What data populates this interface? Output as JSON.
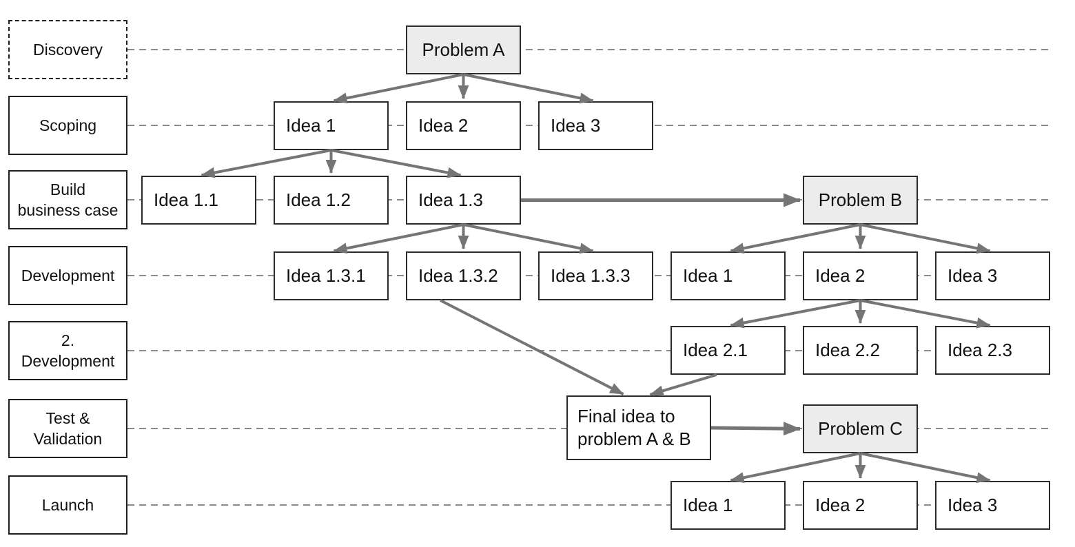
{
  "diagram": {
    "description": "Innovation funnel flow diagram",
    "colors": {
      "problem_box_fill": "#ececec",
      "idea_box_fill": "#ffffff",
      "box_border": "#2a2a2a",
      "arrow": "#757575",
      "lane_dash": "#8a8a8a"
    }
  },
  "stages": [
    {
      "id": "discovery",
      "label": "Discovery",
      "dashed": true
    },
    {
      "id": "scoping",
      "label": "Scoping",
      "dashed": false
    },
    {
      "id": "build-business-case",
      "label": "Build\nbusiness case",
      "dashed": false
    },
    {
      "id": "development",
      "label": "Development",
      "dashed": false
    },
    {
      "id": "second-development",
      "label": "2.\nDevelopment",
      "dashed": false
    },
    {
      "id": "test-validation",
      "label": "Test &\nValidation",
      "dashed": false
    },
    {
      "id": "launch",
      "label": "Launch",
      "dashed": false
    }
  ],
  "nodes": [
    {
      "id": "problem-a",
      "label": "Problem A",
      "kind": "problem",
      "col": 2,
      "row": 0
    },
    {
      "id": "idea-1",
      "label": "Idea 1",
      "kind": "idea",
      "col": 1,
      "row": 1
    },
    {
      "id": "idea-2",
      "label": "Idea 2",
      "kind": "idea",
      "col": 2,
      "row": 1
    },
    {
      "id": "idea-3",
      "label": "Idea 3",
      "kind": "idea",
      "col": 3,
      "row": 1
    },
    {
      "id": "idea-1-1",
      "label": "Idea 1.1",
      "kind": "idea",
      "col": 0,
      "row": 2
    },
    {
      "id": "idea-1-2",
      "label": "Idea 1.2",
      "kind": "idea",
      "col": 1,
      "row": 2
    },
    {
      "id": "idea-1-3",
      "label": "Idea 1.3",
      "kind": "idea",
      "col": 2,
      "row": 2
    },
    {
      "id": "problem-b",
      "label": "Problem B",
      "kind": "problem",
      "col": 5,
      "row": 2
    },
    {
      "id": "idea-1-3-1",
      "label": "Idea 1.3.1",
      "kind": "idea",
      "col": 1,
      "row": 3
    },
    {
      "id": "idea-1-3-2",
      "label": "Idea 1.3.2",
      "kind": "idea",
      "col": 2,
      "row": 3
    },
    {
      "id": "idea-1-3-3",
      "label": "Idea 1.3.3",
      "kind": "idea",
      "col": 3,
      "row": 3
    },
    {
      "id": "idea-b-1",
      "label": "Idea 1",
      "kind": "idea",
      "col": 4,
      "row": 3
    },
    {
      "id": "idea-b-2",
      "label": "Idea 2",
      "kind": "idea",
      "col": 5,
      "row": 3
    },
    {
      "id": "idea-b-3",
      "label": "Idea 3",
      "kind": "idea",
      "col": 6,
      "row": 3
    },
    {
      "id": "idea-2-1",
      "label": "Idea 2.1",
      "kind": "idea",
      "col": 4,
      "row": 4
    },
    {
      "id": "idea-2-2",
      "label": "Idea 2.2",
      "kind": "idea",
      "col": 5,
      "row": 4
    },
    {
      "id": "idea-2-3",
      "label": "Idea 2.3",
      "kind": "idea",
      "col": 6,
      "row": 4
    },
    {
      "id": "final-idea",
      "label": "Final idea to problem A & B",
      "kind": "final",
      "col": null,
      "row": 5
    },
    {
      "id": "problem-c",
      "label": "Problem C",
      "kind": "problem",
      "col": 5,
      "row": 5
    },
    {
      "id": "idea-c-1",
      "label": "Idea 1",
      "kind": "idea",
      "col": 4,
      "row": 6
    },
    {
      "id": "idea-c-2",
      "label": "Idea 2",
      "kind": "idea",
      "col": 5,
      "row": 6
    },
    {
      "id": "idea-c-3",
      "label": "Idea 3",
      "kind": "idea",
      "col": 6,
      "row": 6
    }
  ],
  "edges": [
    {
      "from": "problem-a",
      "to": "idea-1"
    },
    {
      "from": "problem-a",
      "to": "idea-2"
    },
    {
      "from": "problem-a",
      "to": "idea-3"
    },
    {
      "from": "idea-1",
      "to": "idea-1-1"
    },
    {
      "from": "idea-1",
      "to": "idea-1-2"
    },
    {
      "from": "idea-1",
      "to": "idea-1-3"
    },
    {
      "from": "idea-1-3",
      "to": "problem-b",
      "fromSide": "right",
      "toSide": "left",
      "thick": true
    },
    {
      "from": "idea-1-3",
      "to": "idea-1-3-1"
    },
    {
      "from": "idea-1-3",
      "to": "idea-1-3-2"
    },
    {
      "from": "idea-1-3",
      "to": "idea-1-3-3"
    },
    {
      "from": "problem-b",
      "to": "idea-b-1"
    },
    {
      "from": "problem-b",
      "to": "idea-b-2"
    },
    {
      "from": "problem-b",
      "to": "idea-b-3"
    },
    {
      "from": "idea-b-2",
      "to": "idea-2-1"
    },
    {
      "from": "idea-b-2",
      "to": "idea-2-2"
    },
    {
      "from": "idea-b-2",
      "to": "idea-2-3"
    },
    {
      "from": "idea-1-3-2",
      "to": "final-idea",
      "fromSide": "bottom",
      "fromT": 0.3,
      "toSide": "top",
      "toT": 0.41
    },
    {
      "from": "idea-2-1",
      "to": "final-idea",
      "fromSide": "bottom",
      "fromT": 0.4,
      "toSide": "top",
      "toT": 0.56
    },
    {
      "from": "final-idea",
      "to": "problem-c",
      "fromSide": "right",
      "toSide": "left",
      "thick": true
    },
    {
      "from": "problem-c",
      "to": "idea-c-1"
    },
    {
      "from": "problem-c",
      "to": "idea-c-2"
    },
    {
      "from": "problem-c",
      "to": "idea-c-3"
    }
  ]
}
